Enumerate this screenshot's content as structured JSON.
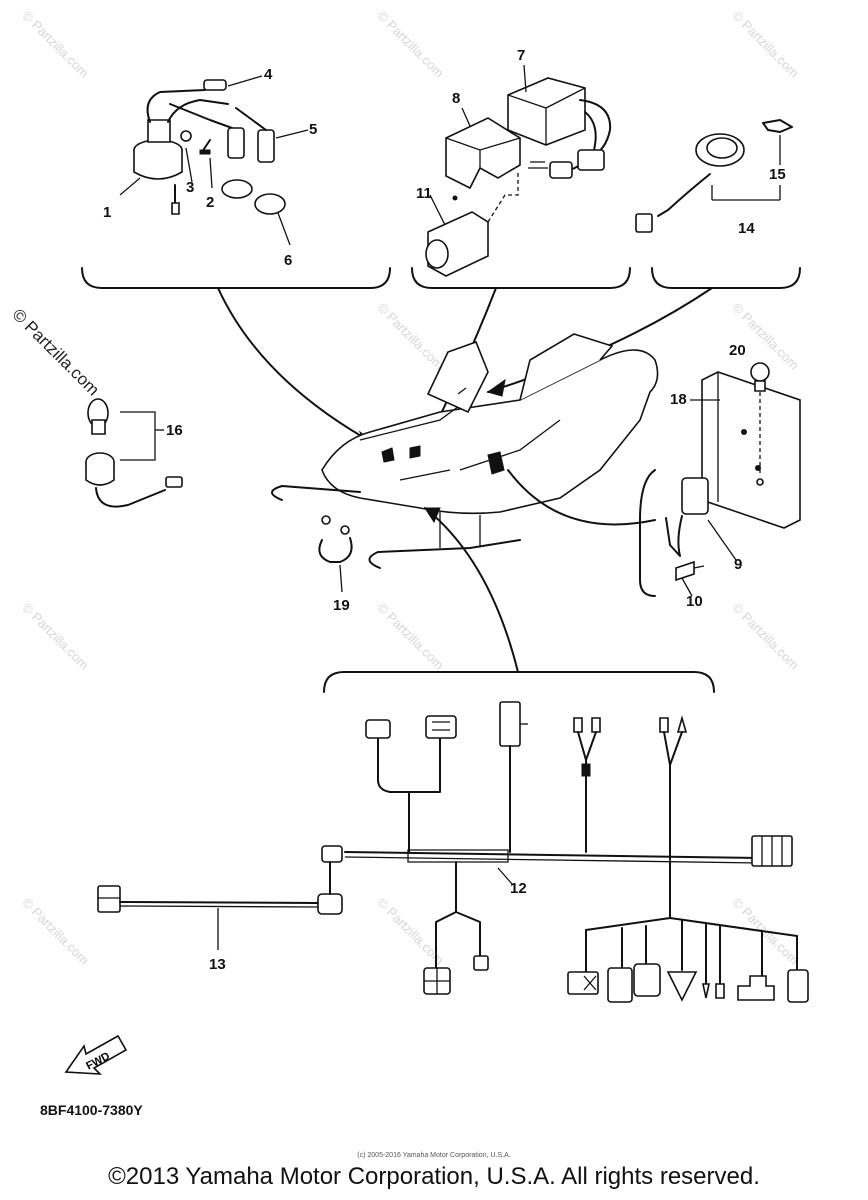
{
  "diagram": {
    "callouts": [
      "1",
      "2",
      "3",
      "4",
      "5",
      "6",
      "7",
      "8",
      "11",
      "14",
      "15",
      "16",
      "18",
      "20",
      "9",
      "10",
      "19",
      "12",
      "13"
    ],
    "fwd_label": "FWD",
    "part_code": "8BF4100-7380Y",
    "fine_print": "(c) 2005-2016 Yamaha Motor Corporation, U.S.A.",
    "copyright": "©2013 Yamaha Motor Corporation, U.S.A. All rights reserved.",
    "watermark": "© Partzilla.com"
  }
}
